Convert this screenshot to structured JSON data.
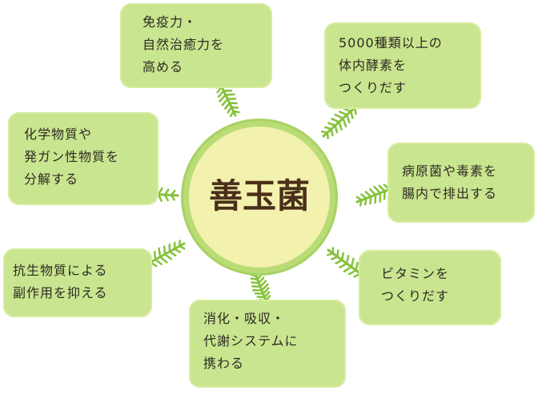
{
  "center": {
    "label": "善玉菌"
  },
  "colors": {
    "bubble": "#c9e58f",
    "leaf": "#86c23a",
    "center": "#f3f1ae",
    "ring": "#b9dc76",
    "text": "#2e2a22"
  },
  "bubbles": [
    {
      "lines": [
        "免疫力・",
        "自然治癒力を",
        "高める"
      ]
    },
    {
      "lines": [
        "5000種類以上の",
        "体内酵素を",
        "つくりだす"
      ]
    },
    {
      "lines": [
        "化学物質や",
        "発ガン性物質を",
        "分解する"
      ]
    },
    {
      "lines": [
        "病原菌や毒素を",
        "腸内で排出する"
      ]
    },
    {
      "lines": [
        "抗生物質による",
        "副作用を抑える"
      ]
    },
    {
      "lines": [
        "ビタミンを",
        "つくりだす"
      ]
    },
    {
      "lines": [
        "消化・吸収・",
        "代謝システムに",
        "携わる"
      ]
    }
  ],
  "icons": {
    "connector": "fern-leaf-icon"
  }
}
